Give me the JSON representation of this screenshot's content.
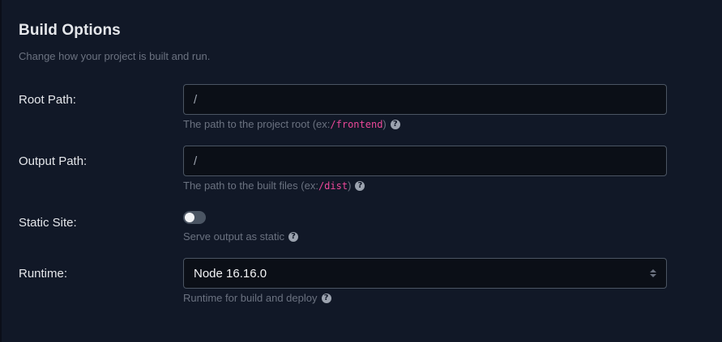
{
  "section": {
    "title": "Build Options",
    "subtitle": "Change how your project is built and run."
  },
  "root_path": {
    "label": "Root Path:",
    "value": "/",
    "help_prefix": "The path to the project root (ex: ",
    "help_code": "/frontend",
    "help_suffix": ")",
    "help_icon": "question-circle-icon"
  },
  "output_path": {
    "label": "Output Path:",
    "value": "/",
    "help_prefix": "The path to the built files (ex: ",
    "help_code": "/dist",
    "help_suffix": ")",
    "help_icon": "question-circle-icon"
  },
  "static_site": {
    "label": "Static Site:",
    "enabled": false,
    "help": "Serve output as static",
    "help_icon": "question-circle-icon"
  },
  "runtime": {
    "label": "Runtime:",
    "selected": "Node 16.16.0",
    "help": "Runtime for build and deploy",
    "help_icon": "question-circle-icon"
  },
  "colors": {
    "background": "#111827",
    "code_accent": "#ec4899",
    "input_border": "#4b5563"
  }
}
